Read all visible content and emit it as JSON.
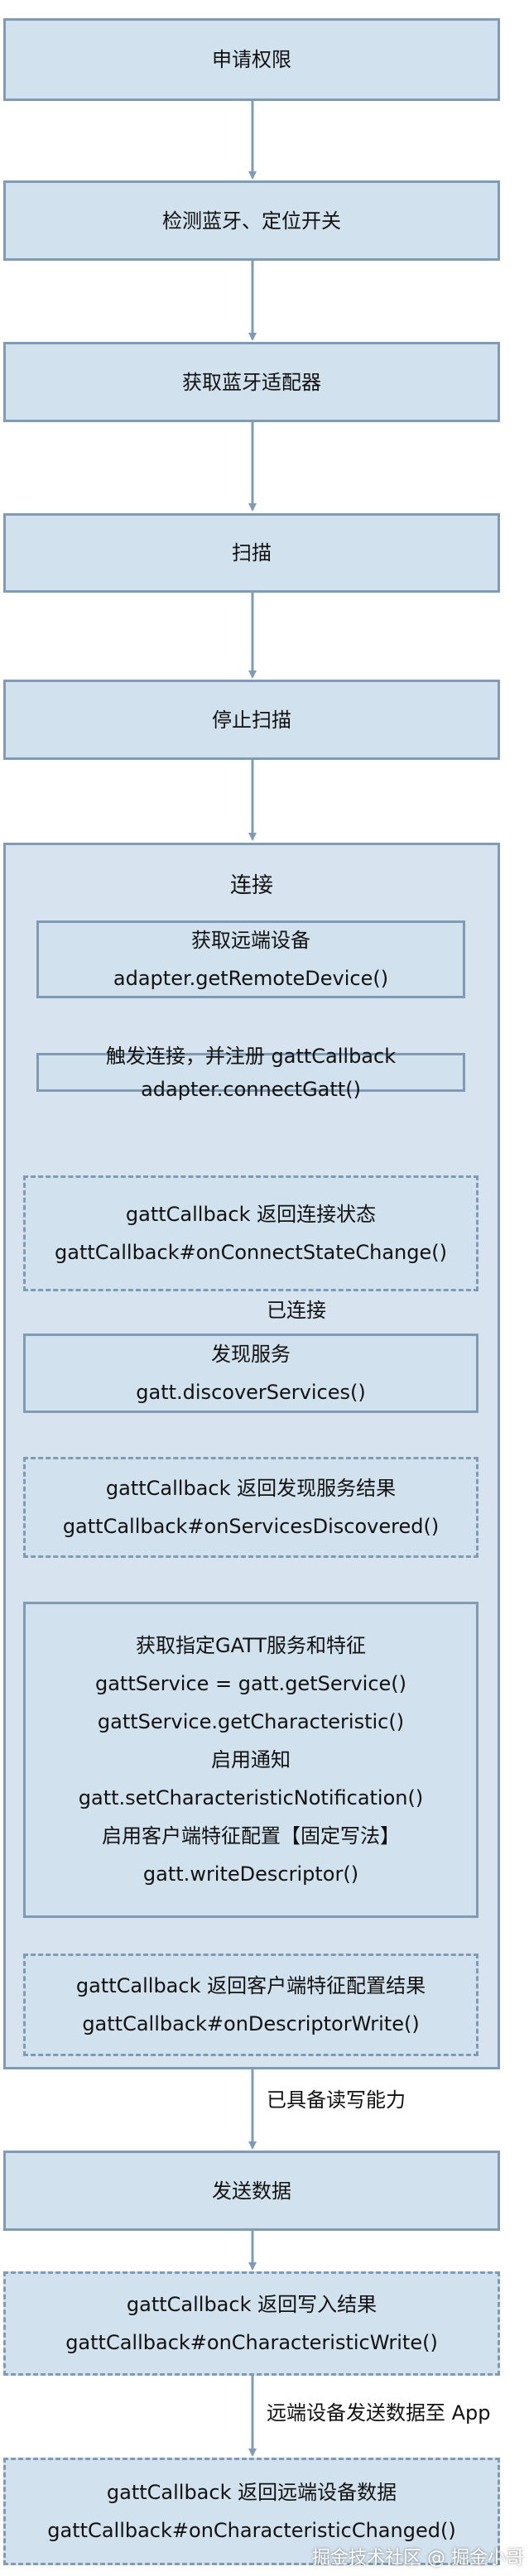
{
  "steps": {
    "request_permission": "申请权限",
    "check_bluetooth": "检测蓝牙、定位开关",
    "get_adapter": "获取蓝牙适配器",
    "scan": "扫描",
    "stop_scan": "停止扫描",
    "connect": {
      "title": "连接",
      "get_remote_device": [
        "获取远端设备",
        "adapter.getRemoteDevice()"
      ],
      "trigger_connect": [
        "触发连接，并注册 gattCallback",
        "adapter.connectGatt()"
      ],
      "connect_state_callback": [
        "gattCallback 返回连接状态",
        "gattCallback#onConnectStateChange()"
      ],
      "connected_label": "已连接",
      "discover_services": [
        "发现服务",
        "gatt.discoverServices()"
      ],
      "services_discovered_callback": [
        "gattCallback 返回发现服务结果",
        "gattCallback#onServicesDiscovered()"
      ],
      "get_service_characteristic": [
        "获取指定GATT服务和特征",
        "gattService = gatt.getService()",
        "gattService.getCharacteristic()",
        "启用通知",
        "gatt.setCharacteristicNotification()",
        "启用客户端特征配置【固定写法】",
        "gatt.writeDescriptor()"
      ],
      "descriptor_write_callback": [
        "gattCallback 返回客户端特征配置结果",
        "gattCallback#onDescriptorWrite()"
      ]
    },
    "ready_label": "已具备读写能力",
    "send_data": "发送数据",
    "write_callback": [
      "gattCallback 返回写入结果",
      "gattCallback#onCharacteristicWrite()"
    ],
    "remote_send_label": "远端设备发送数据至 App",
    "changed_callback": [
      "gattCallback 返回远端设备数据",
      "gattCallback#onCharacteristicChanged()"
    ]
  },
  "watermark": "掘金技术社区 @ 掘金小哥",
  "colors": {
    "box_fill": "#d2e1ee",
    "box_border": "#7f9bb5",
    "container_fill": "#d7e4f0",
    "arrow": "#7f9bb5"
  }
}
